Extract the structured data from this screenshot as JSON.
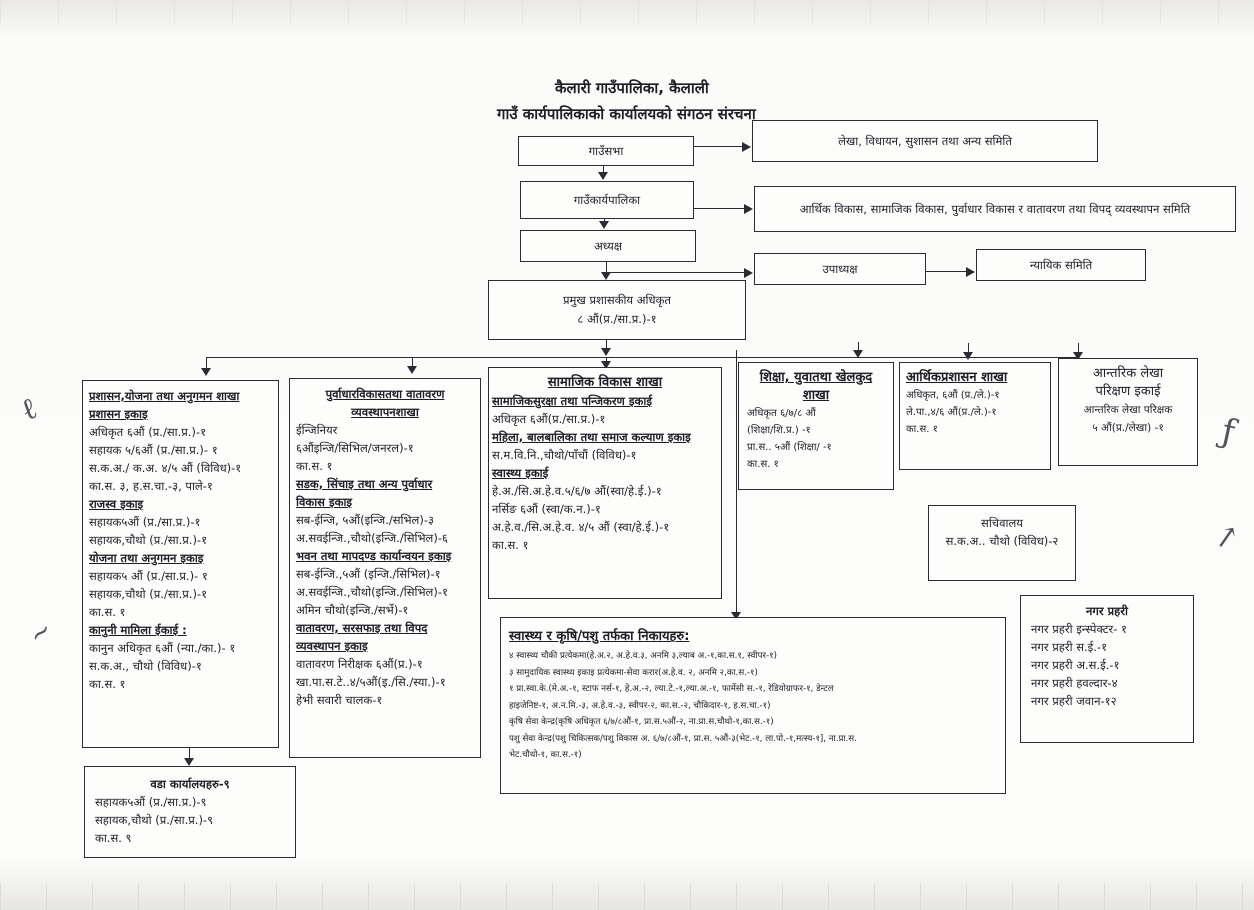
{
  "title": {
    "line1": "कैलारी गाउँपालिका, कैलाली",
    "line2": "गाउँ कार्यपालिकाको कार्यालयको संगठन संरचना"
  },
  "top": {
    "gaunsabha": "गाउँसभा",
    "gaunsabha_side": "लेखा, विधायन, सुशासन तथा अन्य समिति",
    "karyapalika": "गाउँकार्यपालिका",
    "karyapalika_side": "आर्थिक विकास, सामाजिक विकास, पुर्वाधार विकास र वातावरण तथा विपद् व्यवस्थापन समिति",
    "adhyaksha": "अध्यक्ष",
    "upadhyaksha": "उपाध्यक्ष",
    "nyayik": "न्यायिक समिति",
    "cao_title": "प्रमुख प्रशासकीय अधिकृत",
    "cao_level": "८ औं(प्र./सा.प्र.)-१"
  },
  "prashasan": {
    "title": "प्रशासन,योजना तथा अनुगमन शाखा",
    "lines": [
      {
        "text": "प्रशासन इकाइ",
        "style": "h"
      },
      {
        "text": "अधिकृत ६औं (प्र./सा.प्र.)-१",
        "style": ""
      },
      {
        "text": "सहायक ५/६औं (प्र./सा.प्र.)- १",
        "style": ""
      },
      {
        "text": "स.क.अ./ क.अ. ४/५ औं (विविध)-१",
        "style": ""
      },
      {
        "text": "का.स. ३, ह.स.चा.-३, पाले-१",
        "style": ""
      },
      {
        "text": "राजस्व इकाइ",
        "style": "h"
      },
      {
        "text": "सहायक५औं (प्र./सा.प्र.)-१",
        "style": ""
      },
      {
        "text": "सहायक,चौथो (प्र./सा.प्र.)-१",
        "style": ""
      },
      {
        "text": "योजना तथा अनुगमन इकाइ",
        "style": "h"
      },
      {
        "text": "सहायक५ औं (प्र./सा.प्र.)- १",
        "style": ""
      },
      {
        "text": "सहायक,चौथो (प्र./सा.प्र.)-१",
        "style": ""
      },
      {
        "text": "का.स. १",
        "style": ""
      },
      {
        "text": "कानुनी मामिला ईकाई :",
        "style": "h"
      },
      {
        "text": "कानुन अधिकृत ६औं (न्या./का.)- १",
        "style": ""
      },
      {
        "text": "स.क.अ., चौथो (विविध)-१",
        "style": ""
      },
      {
        "text": "का.स. १",
        "style": ""
      }
    ]
  },
  "purwadhar": {
    "title_1": "पुर्वाधारविकासतथा वातावरण",
    "title_2": "व्यवस्थापनशाखा",
    "lines": [
      {
        "text": "ईन्जिनियर",
        "style": ""
      },
      {
        "text": "६औंइन्जि/सिभिल/जनरल)-१",
        "style": ""
      },
      {
        "text": "का.स. १",
        "style": ""
      },
      {
        "text": "सडक, सिंचाइ तथा अन्य पुर्वाधार",
        "style": "h"
      },
      {
        "text": "विकास इकाइ",
        "style": "h"
      },
      {
        "text": "सब-ईन्जि, ५औं(इन्जि./सभिल)-३",
        "style": ""
      },
      {
        "text": "अ.सवईन्जि.,चौथो(इन्जि./सिभिल)-६",
        "style": ""
      },
      {
        "text": "भवन तथा मापदण्ड कार्यान्वयन इकाइ",
        "style": "h"
      },
      {
        "text": "सब-ईन्जि.,५औं (इन्जि./सिभिल)-१",
        "style": ""
      },
      {
        "text": "अ.सवईन्जि.,चौथो(इन्जि./सिभिल)-१",
        "style": ""
      },
      {
        "text": "अमिन चौथो(इन्जि./सर्भे)-१",
        "style": ""
      },
      {
        "text": "वातावरण, सरसफाइ तथा विपद",
        "style": "h"
      },
      {
        "text": "व्यवस्थापन इकाइ",
        "style": "h"
      },
      {
        "text": "वातावरण निरीक्षक ६औं(प्र.)-१",
        "style": ""
      },
      {
        "text": "खा.पा.स.टे..४/५औं(इ./सि./स्या.)-१",
        "style": ""
      },
      {
        "text": "हेभी सवारी चालक-१",
        "style": ""
      }
    ]
  },
  "samajik": {
    "title": "सामाजिक विकास शाखा",
    "lines": [
      {
        "text": "सामाजिकसुरक्षा तथा पन्जिकरण इकाई",
        "style": "h"
      },
      {
        "text": "अधिकृत ६औं(प्र./सा.प्र.)-१",
        "style": ""
      },
      {
        "text": "महिला, बालबालिका तथा समाज कल्याण इकाइ",
        "style": "h"
      },
      {
        "text": "स.म.वि.नि.,चौथो/पाँचौं (विविध)-१",
        "style": ""
      },
      {
        "text": "स्वास्थ्य इकाई",
        "style": "h"
      },
      {
        "text": "हे.अ./सि.अ.हे.व.५/६/७ औं(स्वा/हे.ई.)-१",
        "style": ""
      },
      {
        "text": "नर्सिङ ६औं (स्वा/क.न.)-१",
        "style": ""
      },
      {
        "text": "अ.हे.व./सि.अ.हे.व. ४/५ औं (स्वा/हे.ई.)-१",
        "style": ""
      },
      {
        "text": "का.स. १",
        "style": ""
      }
    ]
  },
  "shiksha": {
    "title_1": "शिक्षा, युवातथा खेलकुद",
    "title_2": "शाखा",
    "lines": [
      {
        "text": "अधिकृत ६/७/८ औं",
        "style": ""
      },
      {
        "text": "(शिक्षा/शि.प्र.) -१",
        "style": ""
      },
      {
        "text": "प्रा.स.. ५औं (शिक्षा/ -१",
        "style": ""
      },
      {
        "text": "का.स. १",
        "style": ""
      }
    ]
  },
  "arthik": {
    "title": "आर्थिकप्रशासन शाखा",
    "lines": [
      {
        "text": "अधिकृत, ६औं (प्र./ले.)-१",
        "style": ""
      },
      {
        "text": "ले.पा.,४/६ औं(प्र./ले.)-१",
        "style": ""
      },
      {
        "text": "का.स. १",
        "style": ""
      }
    ]
  },
  "lekha": {
    "title_1": "आन्तरिक लेखा",
    "title_2": "परिक्षण इकाई",
    "line_1": "आन्तरिक लेखा परिक्षक",
    "line_2": "५ औं(प्र./लेखा) -१"
  },
  "sachivalaya": {
    "title": "सचिवालय",
    "line": "स.क.अ.. चौथो (विविध)-२"
  },
  "wada": {
    "title": "वडा कार्यालयहरु-९",
    "lines": [
      {
        "text": "सहायक५औं (प्र./सा.प्र.)-९",
        "style": ""
      },
      {
        "text": "सहायक,चौथो (प्र./सा.प्र.)-९",
        "style": ""
      },
      {
        "text": "का.स. ९",
        "style": ""
      }
    ]
  },
  "swasthya": {
    "title": "स्वास्थ्य र कृषि/पशु तर्फका निकायहरु:",
    "lines": [
      {
        "text": "४ स्वास्थ्य चौकी प्रत्येकमा(हे.अ.२, अ.हे.व.३, अनमि ३,ल्याब अ.-१,का.स.१, स्वीपर-१)"
      },
      {
        "text": "३ सामुदायिक स्वास्थ्य इकाइ प्रत्येकमा-सेवा करार(अ.हे.व. २, अनमि २,का.स.-१)"
      },
      {
        "text": "१ प्रा.स्वा.के.(मे.अ.-१, स्टाफ नर्स-१, हे.अ.-२, ल्या.टे.-१,ल्या.अ.-१, फार्मेसी स.-१, रेडियोग्राफर-१, डेन्टल"
      },
      {
        "text": "हाइजेनिष्ट-१, अ.न.मि.-३, अ.हे.व.-३, स्वीपर-२, का.स.-२, चौकिदार-१, ह.स.चा.-१)"
      },
      {
        "text": "कृषि सेवा केन्द्र(कृषि अधिकृत ६/७/८औं-१, प्रा.स.५औं-२, ना.प्रा.स.चौथो-१,का.स.-१)"
      },
      {
        "text": "पशु सेवा केन्द्र(पशु चिकित्सक/पशु विकास अ. ६/७/८औं-१, प्रा.स. ५औं-३(भेट.-१, ला.पो.-१,मत्स्य-१], ना.प्रा.स."
      },
      {
        "text": "भेट.चौथो-१, का.स.-१)"
      }
    ]
  },
  "prahari": {
    "title": "नगर प्रहरी",
    "lines": [
      {
        "text": "नगर प्रहरी इन्स्पेक्टर- १"
      },
      {
        "text": "नगर प्रहरी स.ई.-१"
      },
      {
        "text": "नगर प्रहरी अ.स.ई.-१"
      },
      {
        "text": "नगर प्रहरी हवल्दार-४"
      },
      {
        "text": "नगर प्रहरी जवान-१२"
      }
    ]
  }
}
